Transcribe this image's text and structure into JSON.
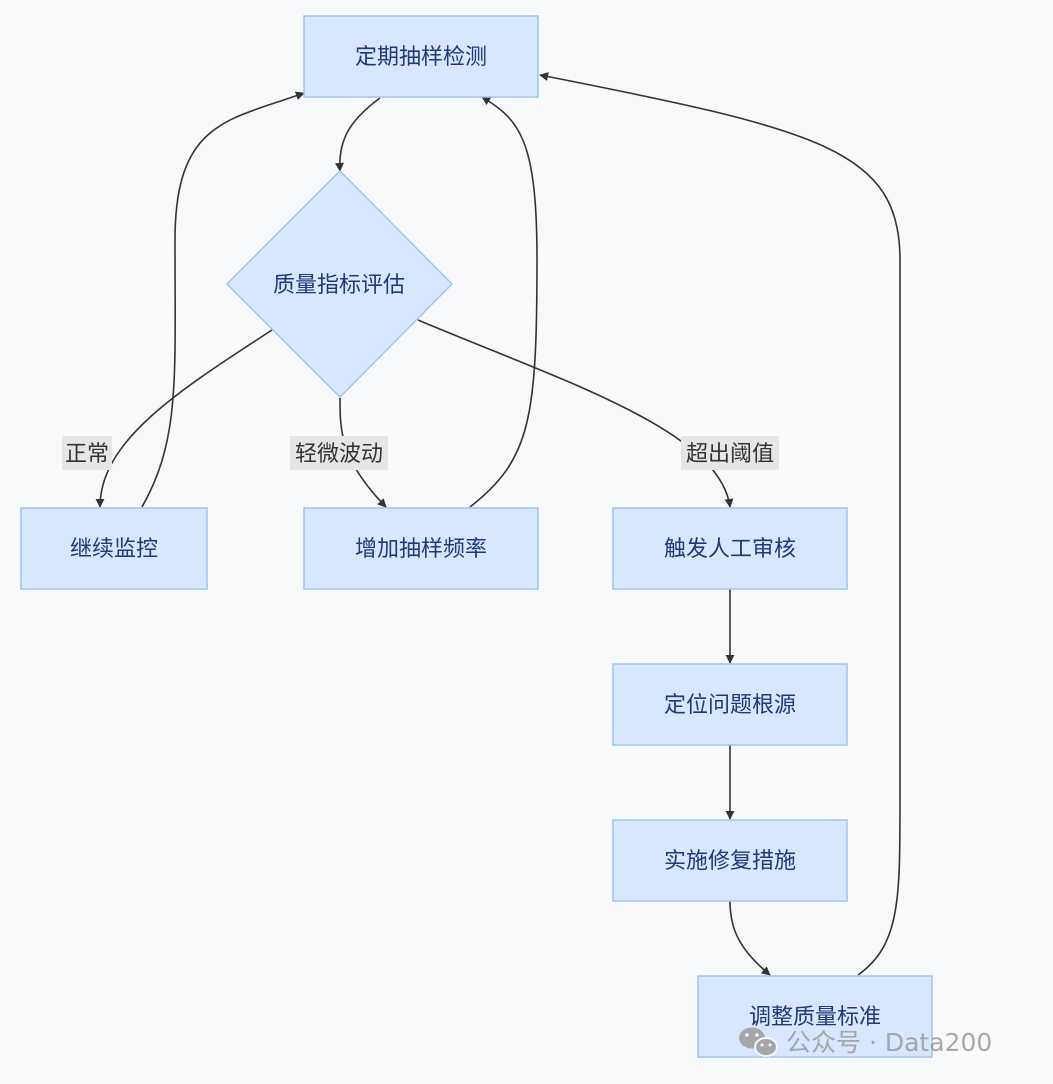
{
  "nodes": {
    "sampling": "定期抽样检测",
    "evaluate": "质量指标评估",
    "continue": "继续监控",
    "increase": "增加抽样频率",
    "review": "触发人工审核",
    "locate": "定位问题根源",
    "fix": "实施修复措施",
    "adjust": "调整质量标准"
  },
  "edge_labels": {
    "normal": "正常",
    "minor": "轻微波动",
    "exceed": "超出阈值"
  },
  "watermark": {
    "text": "公众号 · Data200",
    "icon": "wechat-icon"
  },
  "colors": {
    "node_fill": "#d8e7fd",
    "node_stroke": "#9dc4f1",
    "node_text": "#1e3a78",
    "edge": "#333333",
    "background": "#f8f9fb"
  }
}
